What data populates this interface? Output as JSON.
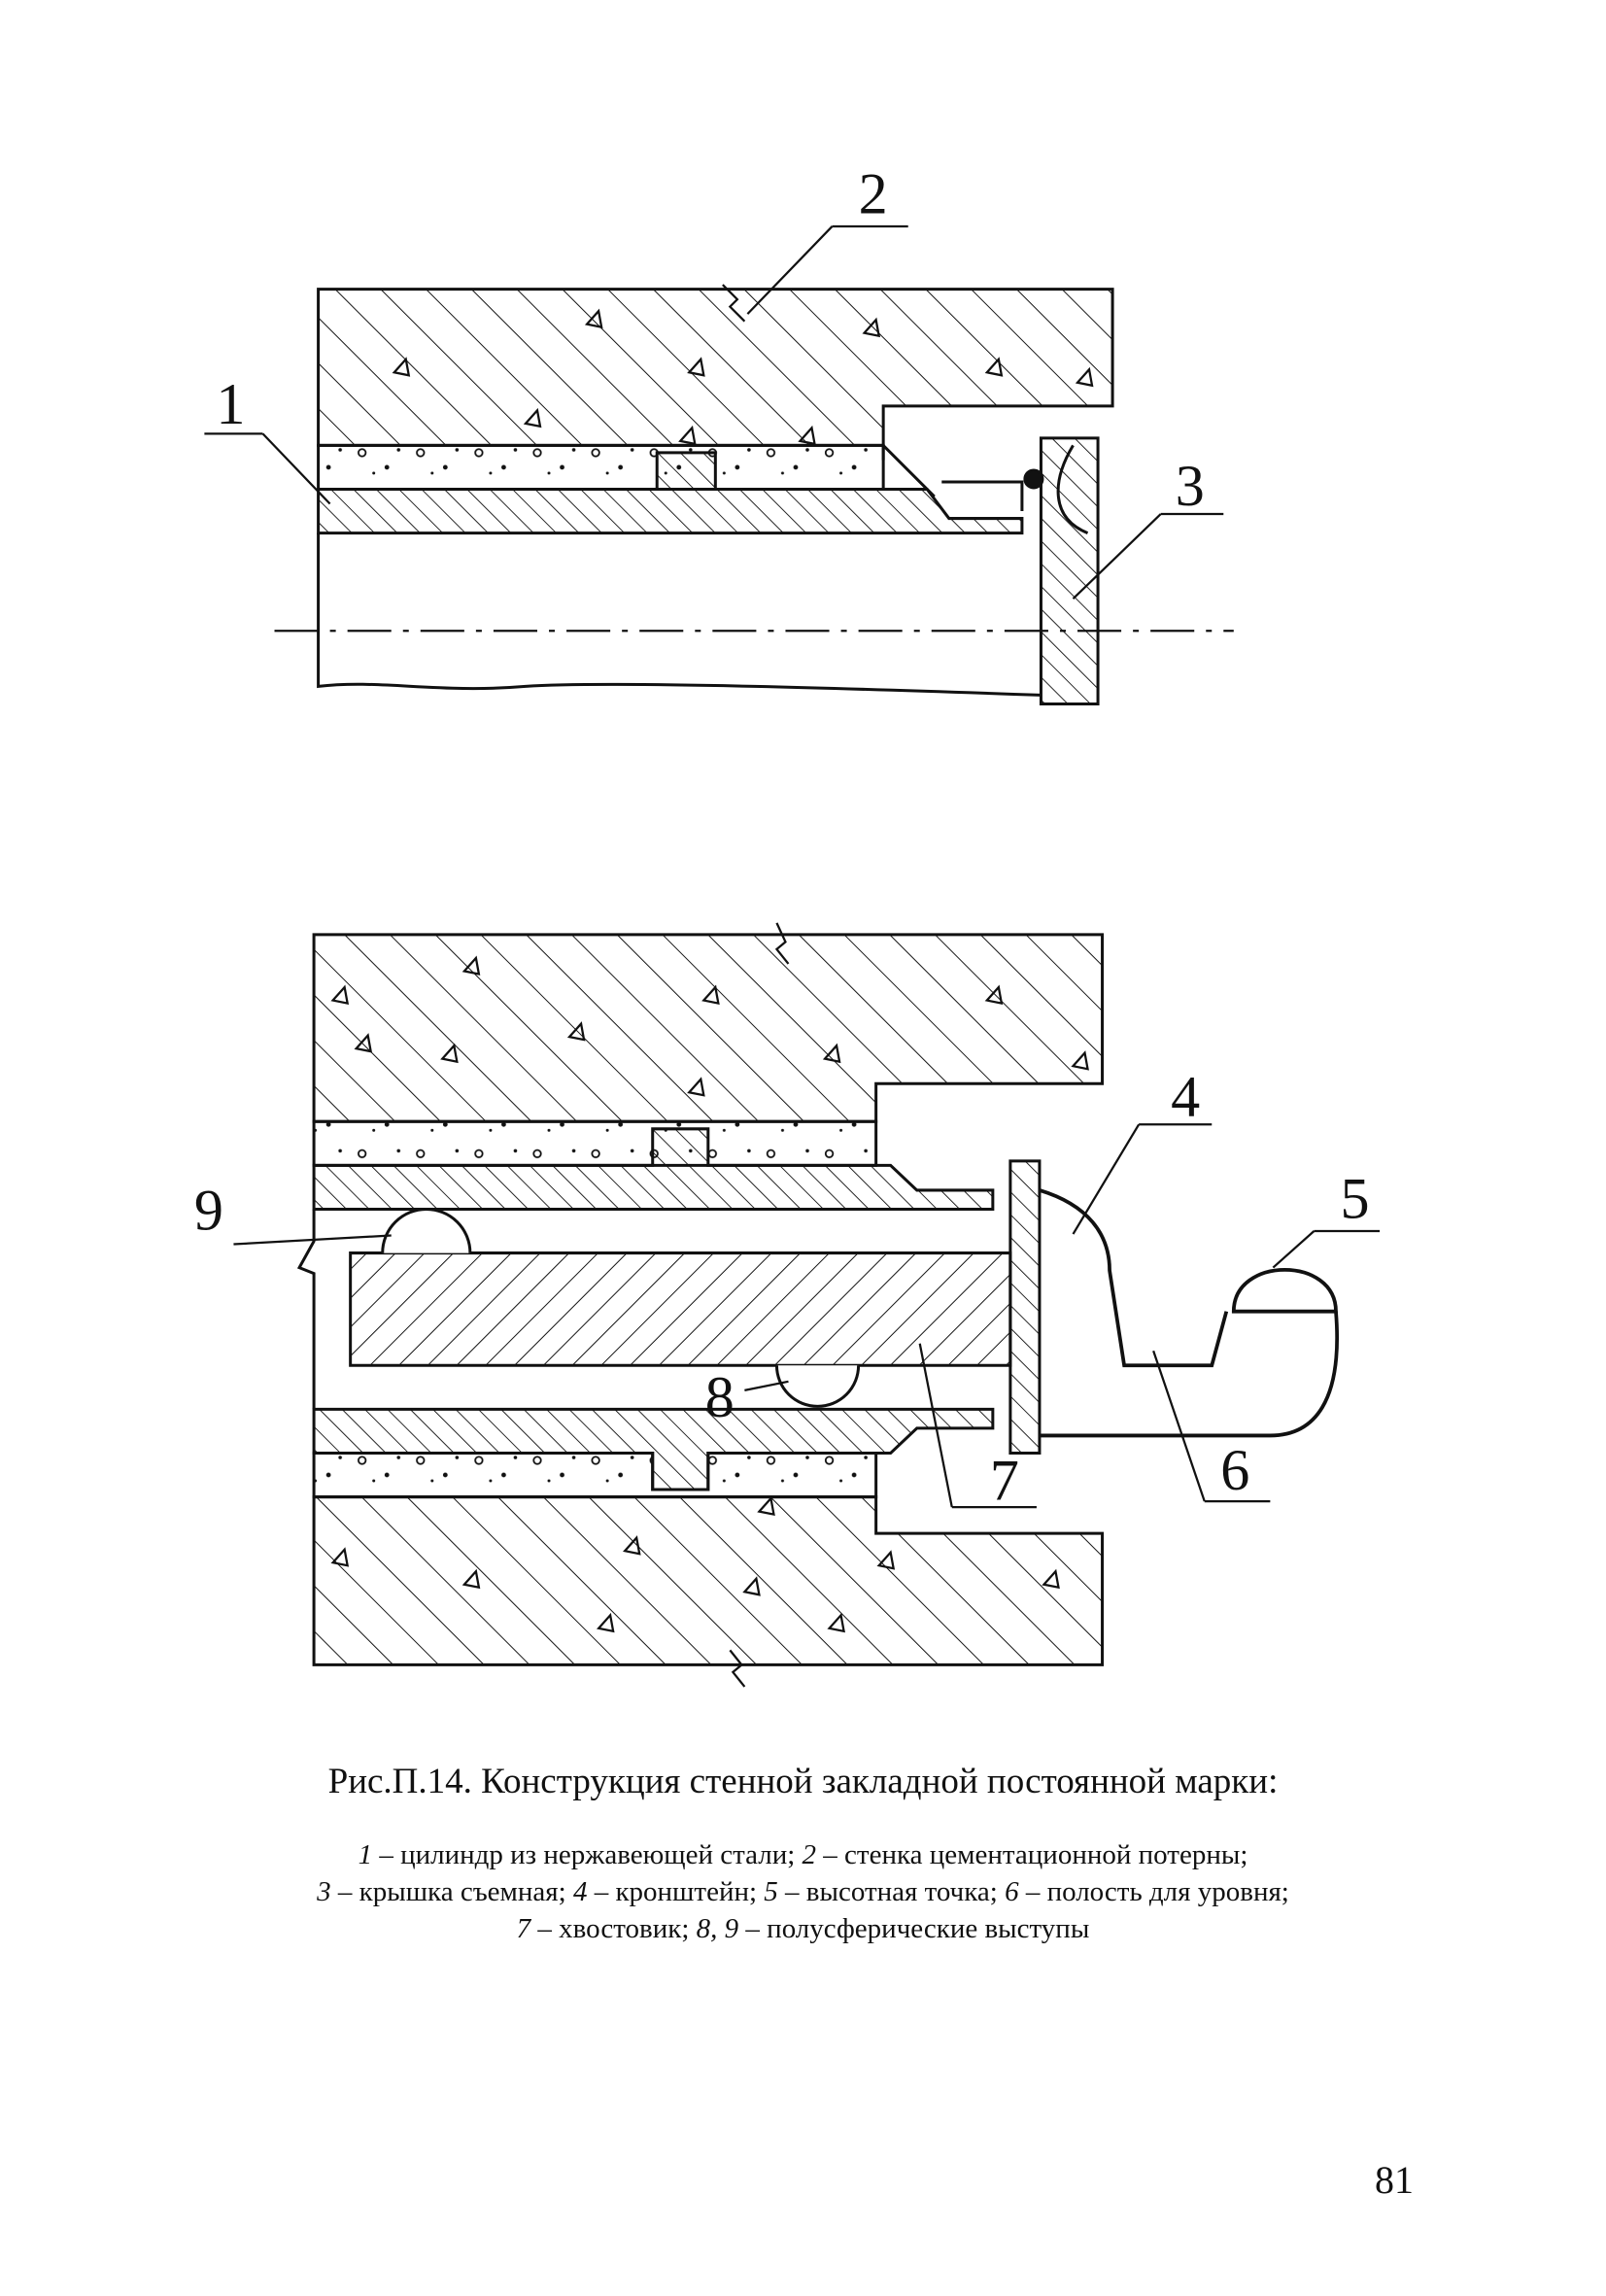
{
  "figure": {
    "labels": [
      "1",
      "2",
      "3",
      "4",
      "5",
      "6",
      "7",
      "8",
      "9"
    ]
  },
  "caption": {
    "title": "Рис.П.14. Конструкция стенной закладной постоянной марки:",
    "legend": [
      {
        "num": "1",
        "text": " – цилиндр из нержавеющей стали; "
      },
      {
        "num": "2",
        "text": " – стенка цементационной потерны;"
      },
      {
        "num": "3",
        "text": " – крышка съемная; "
      },
      {
        "num": "4",
        "text": " – кронштейн; "
      },
      {
        "num": "5",
        "text": " – высотная точка; "
      },
      {
        "num": "6",
        "text": " – полость для уровня;"
      },
      {
        "num": "7",
        "text": " – хвостовик; "
      },
      {
        "num": "8, 9",
        "text": " – полусферические выступы"
      }
    ]
  },
  "page_number": "81"
}
